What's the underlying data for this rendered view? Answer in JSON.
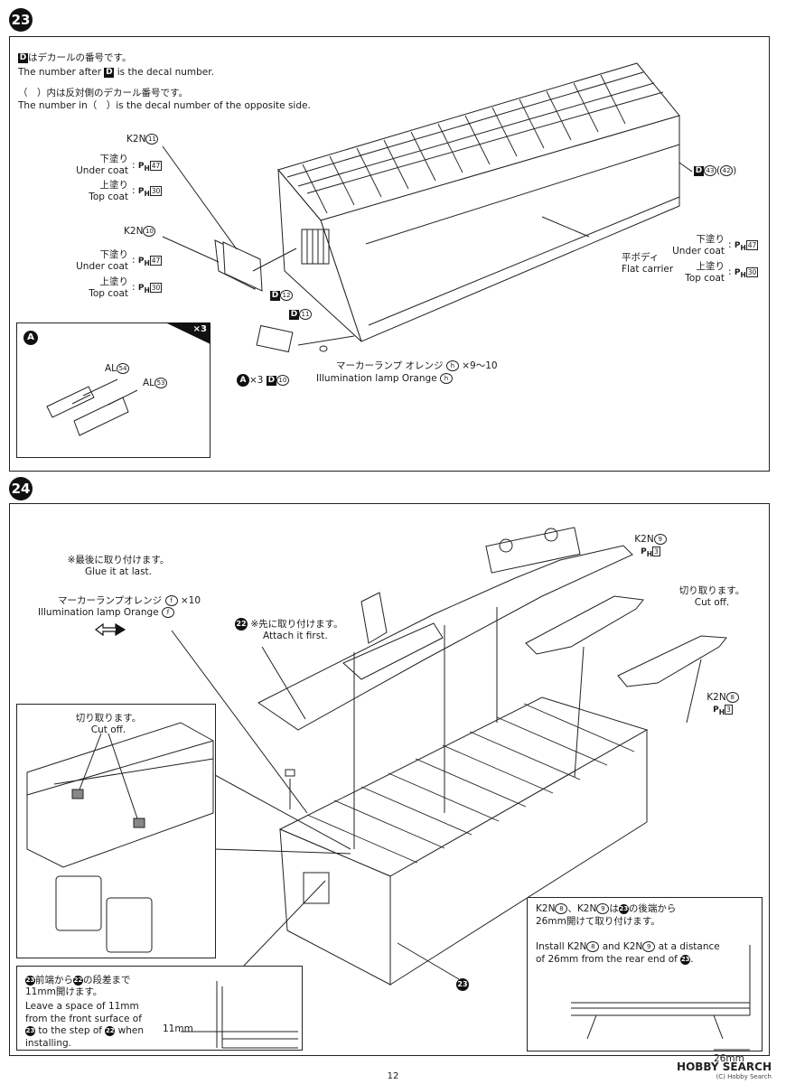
{
  "step23": {
    "number": "23",
    "note_decal_ja": "はデカールの番号です。",
    "note_decal_en_pre": "The number after",
    "note_decal_en_post": "is the decal number.",
    "note_opp_ja": "（　）内は反対側のデカール番号です。",
    "note_opp_en": "The number in（　）is the decal number of the opposite side.",
    "d_letter": "D",
    "k2n11": "K2N",
    "k2n11_num": "11",
    "k2n10": "K2N",
    "k2n10_num": "10",
    "under_ja": "下塗り",
    "under_en": "Under coat",
    "top_ja": "上塗り",
    "top_en": "Top coat",
    "ph_label": "P",
    "ph_sub": "H",
    "paint_47": "47",
    "paint_30": "30",
    "flat_ja": "平ボディ",
    "flat_en": "Flat carrier",
    "decal_43": "43",
    "decal_42": "42",
    "decal_12": "12",
    "decal_11": "11",
    "decal_10": "10",
    "lamp_ja": "マーカーランプ オレンジ",
    "lamp_en": "Illumination lamp Orange",
    "lamp_letter": "h",
    "lamp_qty": "×9～10",
    "a_letter": "A",
    "a_qty": "×3",
    "inset_qty": "×3",
    "al54": "AL",
    "al54_num": "54",
    "al53": "AL",
    "al53_num": "53"
  },
  "step24": {
    "number": "24",
    "last_ja": "※最後に取り付けます。",
    "last_en": "Glue it at last.",
    "lamp_ja": "マーカーランプオレンジ",
    "lamp_en": "Illumination lamp Orange",
    "lamp_letter": "f",
    "lamp_qty": "×10",
    "part22": "22",
    "first_ja": "※先に取り付けます。",
    "first_en": "Attach it first.",
    "k2n9": "K2N",
    "k2n9_num": "9",
    "paint_3": "3",
    "cut_ja": "切り取ります。",
    "cut_en": "Cut off.",
    "k2n8": "K2N",
    "k2n8_num": "8",
    "part23": "23",
    "left_note_ja1": "前端から",
    "left_note_ja2": "の段差まで",
    "left_note_ja3": "11mm開けます。",
    "left_note_en1": "Leave a space of 11mm",
    "left_note_en2": "from the front surface of",
    "left_note_en3": "to the step of",
    "left_note_en4": "when",
    "left_note_en5": "installing.",
    "dim_11": "11mm",
    "right_note_ja1": "K2N",
    "right_note_ja2": "の後端から",
    "right_note_ja3": "26mm開けて取り付けます。",
    "right_note_en1": "Install K2N",
    "right_note_en2": "and K2N",
    "right_note_en3": "at a distance",
    "right_note_en4": "of 26mm from the rear end of",
    "dim_26": "26mm"
  },
  "page_number": "12",
  "watermark": "HOBBY SEARCH",
  "watermark_sub": "(C) Hobby Search"
}
